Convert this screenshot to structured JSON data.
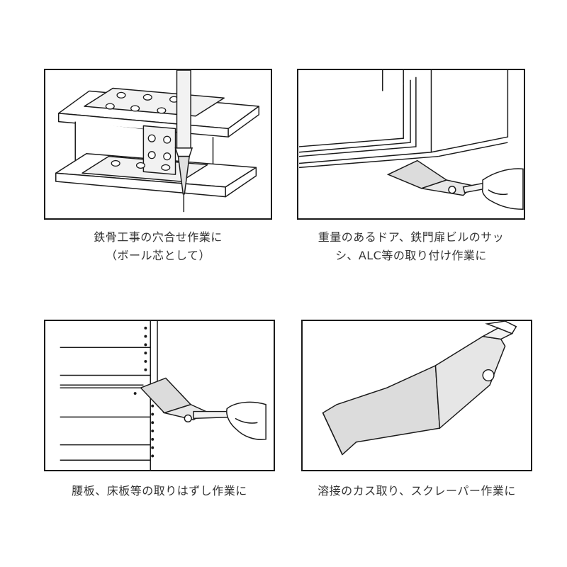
{
  "panels": [
    {
      "caption_lines": [
        "鉄骨工事の穴合せ作業に",
        "（ボール芯として）"
      ]
    },
    {
      "caption_lines": [
        "重量のあるドア、鉄門扉ビルのサッ",
        "シ、ALC等の取り付け作業に"
      ]
    },
    {
      "caption_lines": [
        "腰板、床板等の取りはずし作業に"
      ]
    },
    {
      "caption_lines": [
        "溶接のカス取り、スクレーパー作業に"
      ]
    }
  ],
  "colors": {
    "line": "#1a1a1a",
    "fill_gray": "#dcdcdc",
    "caption": "#333333"
  }
}
